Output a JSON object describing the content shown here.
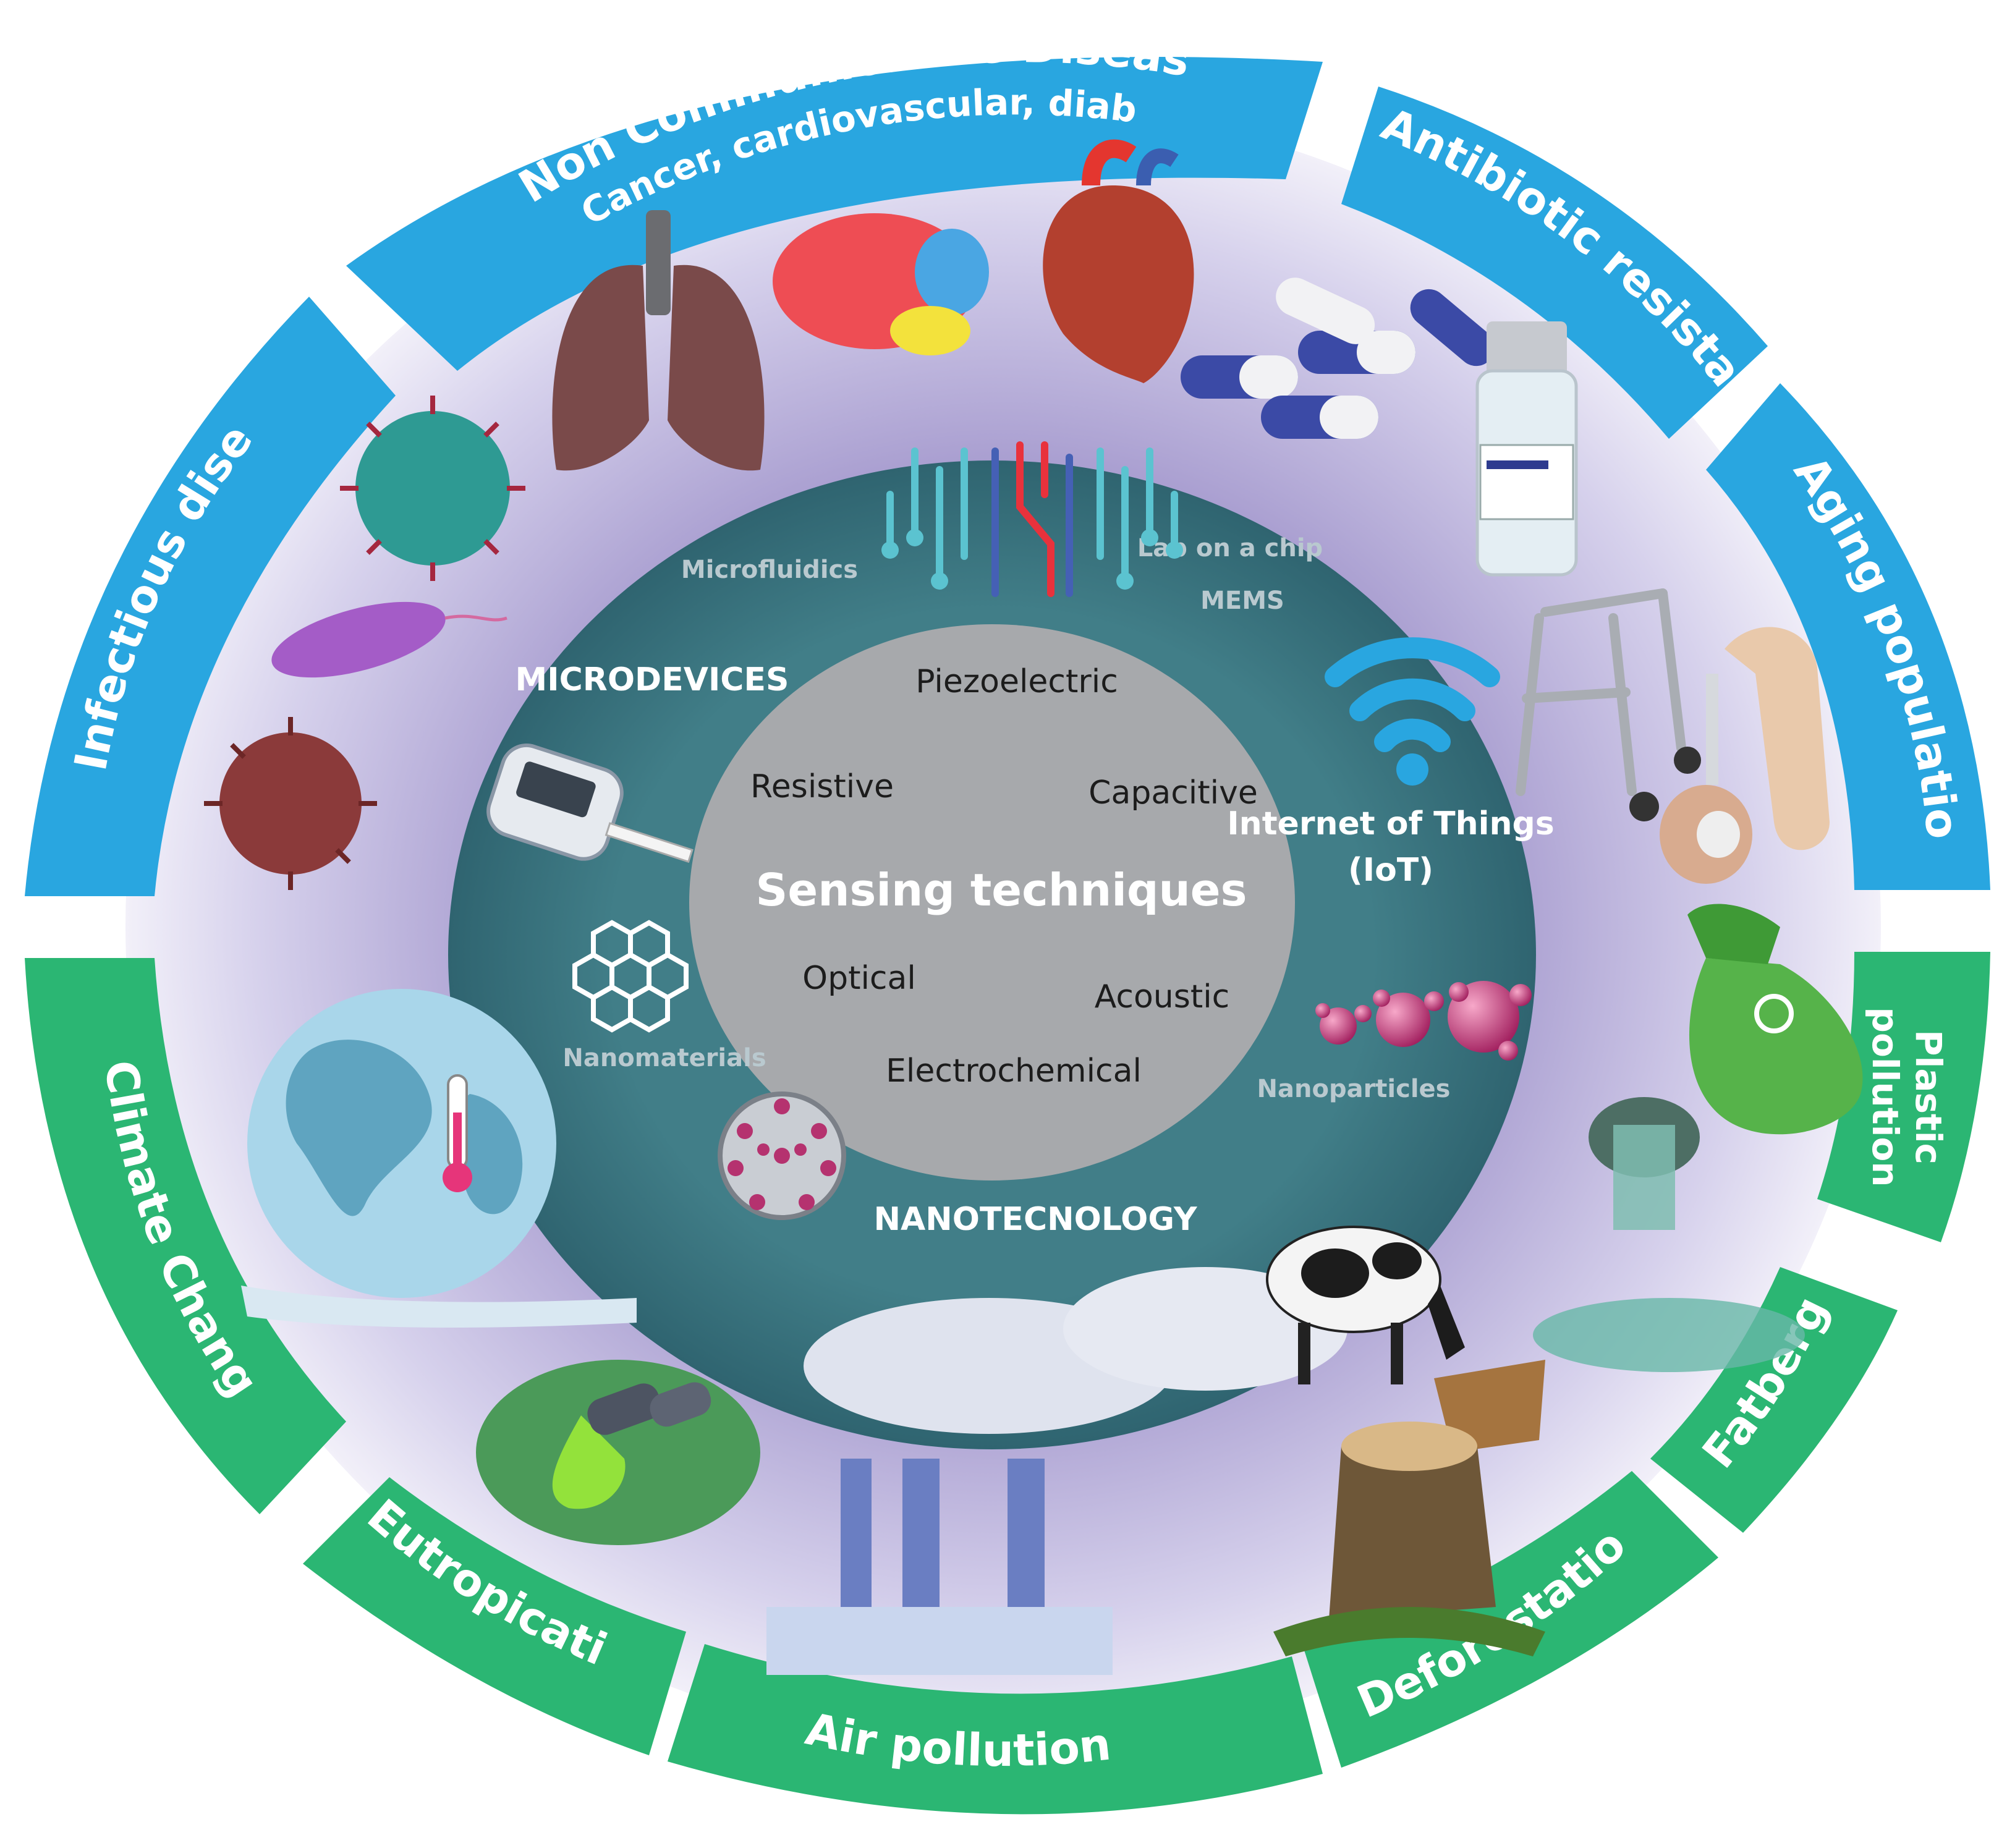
{
  "center": {
    "title": "Sensing techniques",
    "techniques": [
      "Piezoelectric",
      "Resistive",
      "Capacitive",
      "Optical",
      "Acoustic",
      "Electrochemical"
    ]
  },
  "technologies": {
    "microdevices": "MICRODEVICES",
    "microfluidics": "Microfluidics",
    "lab_on_chip": "Lab on a chip",
    "mems": "MEMS",
    "iot_line1": "Internet of Things",
    "iot_line2": "(IoT)",
    "nanomaterials": "Nanomaterials",
    "nanoparticles": "Nanoparticles",
    "nanotechnology": "NANOTECNOLOGY"
  },
  "health_challenges": {
    "ncd_title": "Non Communicative Diseases",
    "ncd_subtitle": "Cancer, cardiovascular, diabetes",
    "infectious": "Infectious diseases",
    "antibiotic": "Antibiotic resistance",
    "aging": "Aging population"
  },
  "environmental_challenges": {
    "climate": "Climate Change",
    "eutrophication": "Eutropication",
    "air": "Air pollution",
    "deforestation": "Deforestation",
    "fatbergs": "Fatbergs",
    "plastic_line1": "Plastic",
    "plastic_line2": "pollution"
  },
  "colors": {
    "health_band": "#29a6e0",
    "environment_band": "#2bb673",
    "middle_ring": "#b7add8",
    "tech_ring": "#3e7f89",
    "center_disc": "#a7a9ac"
  },
  "icons": [
    "lungs-icon",
    "brain-icon",
    "heart-icon",
    "pills-icon",
    "vial-icon",
    "virus-icon",
    "bacteria-icon",
    "walker-icon",
    "hearing-aid-icon",
    "glucometer-icon",
    "graphene-icon",
    "fullerene-icon",
    "circuit-icon",
    "wifi-icon",
    "nanoparticles-icon",
    "earth-thermometer-icon",
    "pipe-spill-icon",
    "factory-icon",
    "cow-icon",
    "stump-icon",
    "sewer-pipe-icon",
    "plastic-bag-icon"
  ]
}
